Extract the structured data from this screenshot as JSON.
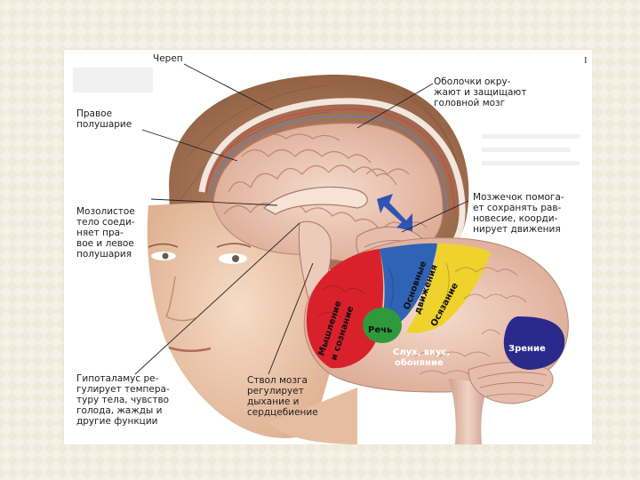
{
  "labels": {
    "skull": "Череп",
    "meninges": "Оболочки окру-\nжают и защищают\nголовной мозг",
    "right_hemisphere": "Правое\nполушарие",
    "corpus_callosum": "Мозолистое\nтело соеди-\nняет пра-\nвое и левое\nполушария",
    "cerebellum": "Мозжечок помога-\nет сохранять рав-\nновесие, коорди-\nнирует движения",
    "hypothalamus": "Гипоталамус ре-\nгулирует темпера-\nтуру тела, чувство\nголода, жажды и\nдругие функции",
    "brainstem": "Ствол мозга\nрегулирует\nдыхание и\nсердцебиение"
  },
  "regions": {
    "thinking_line1": "Мышление",
    "thinking_line2": "и сознание",
    "movement_line1": "Основные",
    "movement_line2": "движения",
    "touch": "Осязание",
    "speech": "Речь",
    "hearing_line1": "Слух, вкус,",
    "hearing_line2": "обоняние",
    "vision": "Зрение"
  },
  "edge_glyph": "I",
  "colors": {
    "frontal": "#d9212c",
    "motor": "#2f63b5",
    "sensory": "#f0d22c",
    "speech": "#2e9a3c",
    "occipital": "#2a2a8a",
    "cortex": "#eccab9",
    "skin": "#f2cdb2",
    "hair": "#a67352"
  }
}
